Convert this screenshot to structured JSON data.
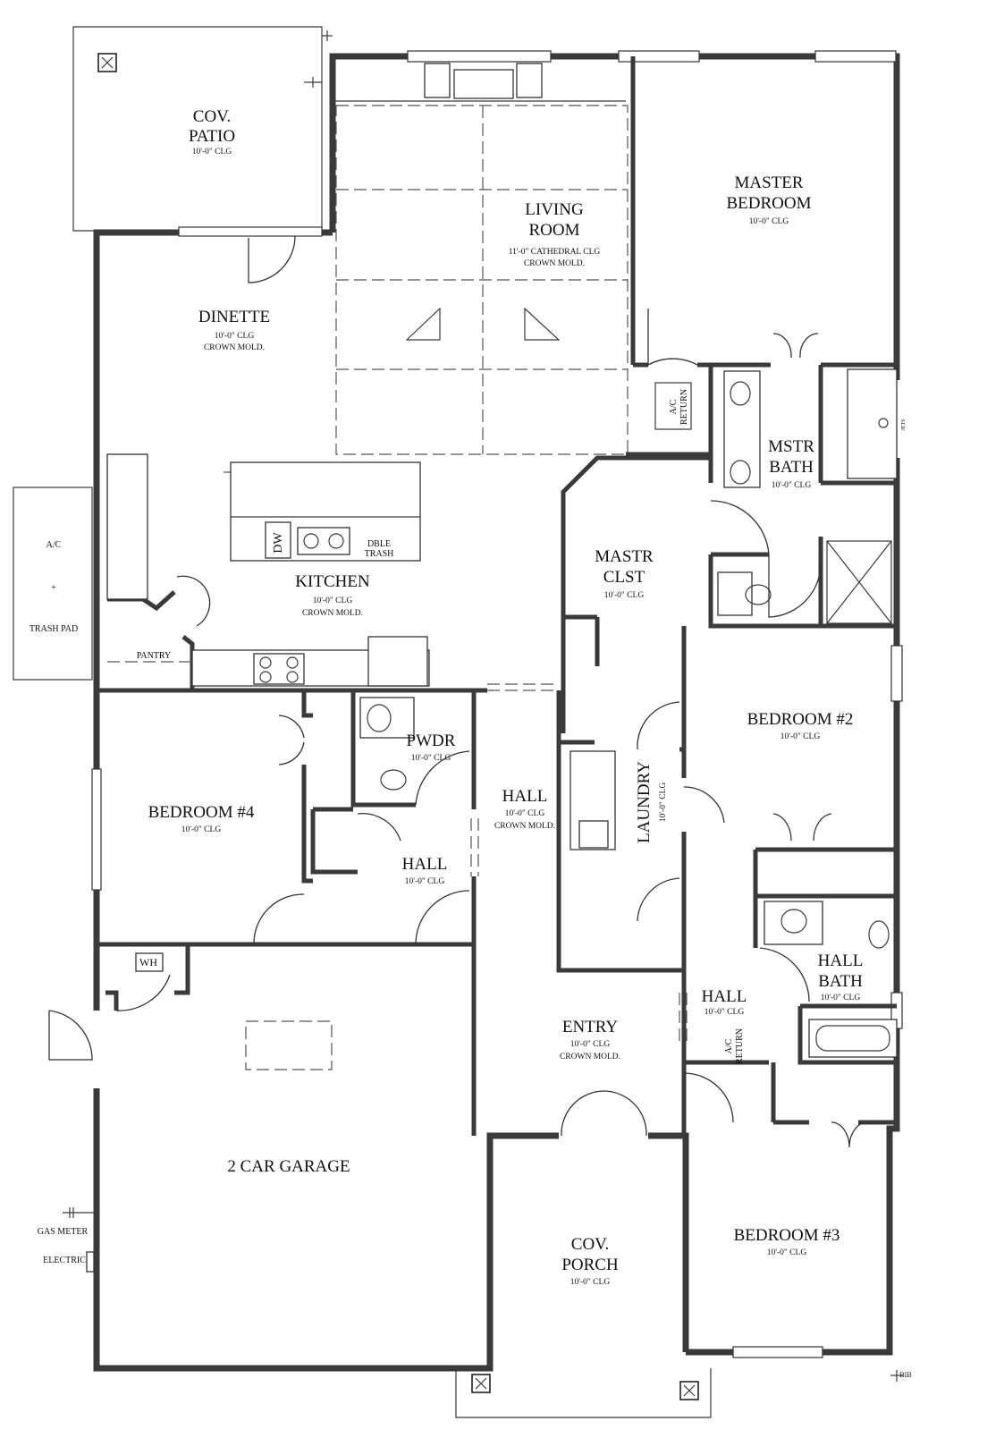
{
  "rooms": {
    "cov_patio": {
      "name1": "COV.",
      "name2": "PATIO",
      "ceiling": "10'-0\" CLG"
    },
    "living": {
      "name1": "LIVING",
      "name2": "ROOM",
      "ceiling": "11'-0\" CATHEDRAL CLG",
      "note": "CROWN MOLD."
    },
    "master_bedroom": {
      "name1": "MASTER",
      "name2": "BEDROOM",
      "ceiling": "10'-0\" CLG"
    },
    "dinette": {
      "name": "DINETTE",
      "ceiling": "10'-0\" CLG",
      "note": "CROWN MOLD."
    },
    "kitchen": {
      "name": "KITCHEN",
      "ceiling": "10'-0\" CLG",
      "note": "CROWN MOLD."
    },
    "mstr_bath": {
      "name1": "MSTR",
      "name2": "BATH",
      "ceiling": "10'-0\" CLG"
    },
    "mastr_clst": {
      "name1": "MASTR",
      "name2": "CLST",
      "ceiling": "10'-0\" CLG"
    },
    "pantry": {
      "name": "PANTRY"
    },
    "bedroom2": {
      "name": "BEDROOM #2",
      "ceiling": "10'-0\" CLG"
    },
    "bedroom4": {
      "name": "BEDROOM #4",
      "ceiling": "10'-0\" CLG"
    },
    "pwdr": {
      "name": "PWDR",
      "ceiling": "10'-0\" CLG"
    },
    "hall_main": {
      "name": "HALL",
      "ceiling": "10'-0\" CLG",
      "note": "CROWN MOLD."
    },
    "hall_b4": {
      "name": "HALL",
      "ceiling": "10'-0\" CLG"
    },
    "laundry": {
      "name": "LAUNDRY",
      "ceiling": "10'-0\" CLG"
    },
    "hall_bath": {
      "name1": "HALL",
      "name2": "BATH",
      "ceiling": "10'-0\" CLG"
    },
    "hall_east": {
      "name": "HALL",
      "ceiling": "10'-0\" CLG"
    },
    "entry": {
      "name": "ENTRY",
      "ceiling": "10'-0\" CLG",
      "note": "CROWN MOLD."
    },
    "garage": {
      "name": "2 CAR GARAGE"
    },
    "cov_porch": {
      "name1": "COV.",
      "name2": "PORCH",
      "ceiling": "10'-0\" CLG"
    },
    "bedroom3": {
      "name": "BEDROOM #3",
      "ceiling": "10'-0\" CLG"
    }
  },
  "labels": {
    "ac_pad_1": "A/C",
    "ac_pad_plus": "+",
    "ac_pad_2": "TRASH PAD",
    "ac_return_1a": "A/C",
    "ac_return_1b": "RETURN",
    "ac_return_2a": "A/C",
    "ac_return_2b": "RETURN",
    "dw": "DW",
    "dble": "DBLE",
    "trash": "TRASH",
    "wh": "WH",
    "gas_meter": "GAS METER",
    "electric": "ELECTRIC",
    "bib": "BIB",
    "jets": "JETS"
  }
}
